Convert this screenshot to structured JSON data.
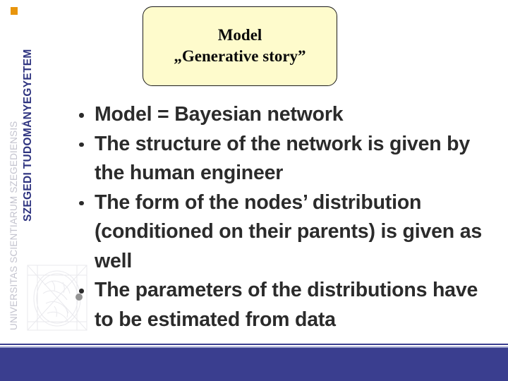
{
  "slide": {
    "title": {
      "line1": "Model",
      "line2": "„Generative story”"
    },
    "bullets": [
      "Model = Bayesian network",
      "The structure of the network is given by the human engineer",
      "The form of the nodes’ distribution (conditioned on their parents) is given as well",
      "The parameters of the distributions have to be estimated from data"
    ]
  },
  "branding": {
    "name_hu": "SZEGEDI TUDOMÁNYEGYETEM",
    "name_lat": "UNIVERSITAS SCIENTIARUM SZEGEDIENSIS"
  },
  "colors": {
    "title_box_fill": "#FEFBCC",
    "title_box_border": "#1b1b1b",
    "brand_blue": "#2F3480",
    "brand_orange": "#E8950C",
    "brand_gray": "#C3C3CE",
    "footer_blue": "#3A3E8F",
    "footer_light_blue": "#9AA0CC",
    "body_text": "#2B2B2B"
  }
}
